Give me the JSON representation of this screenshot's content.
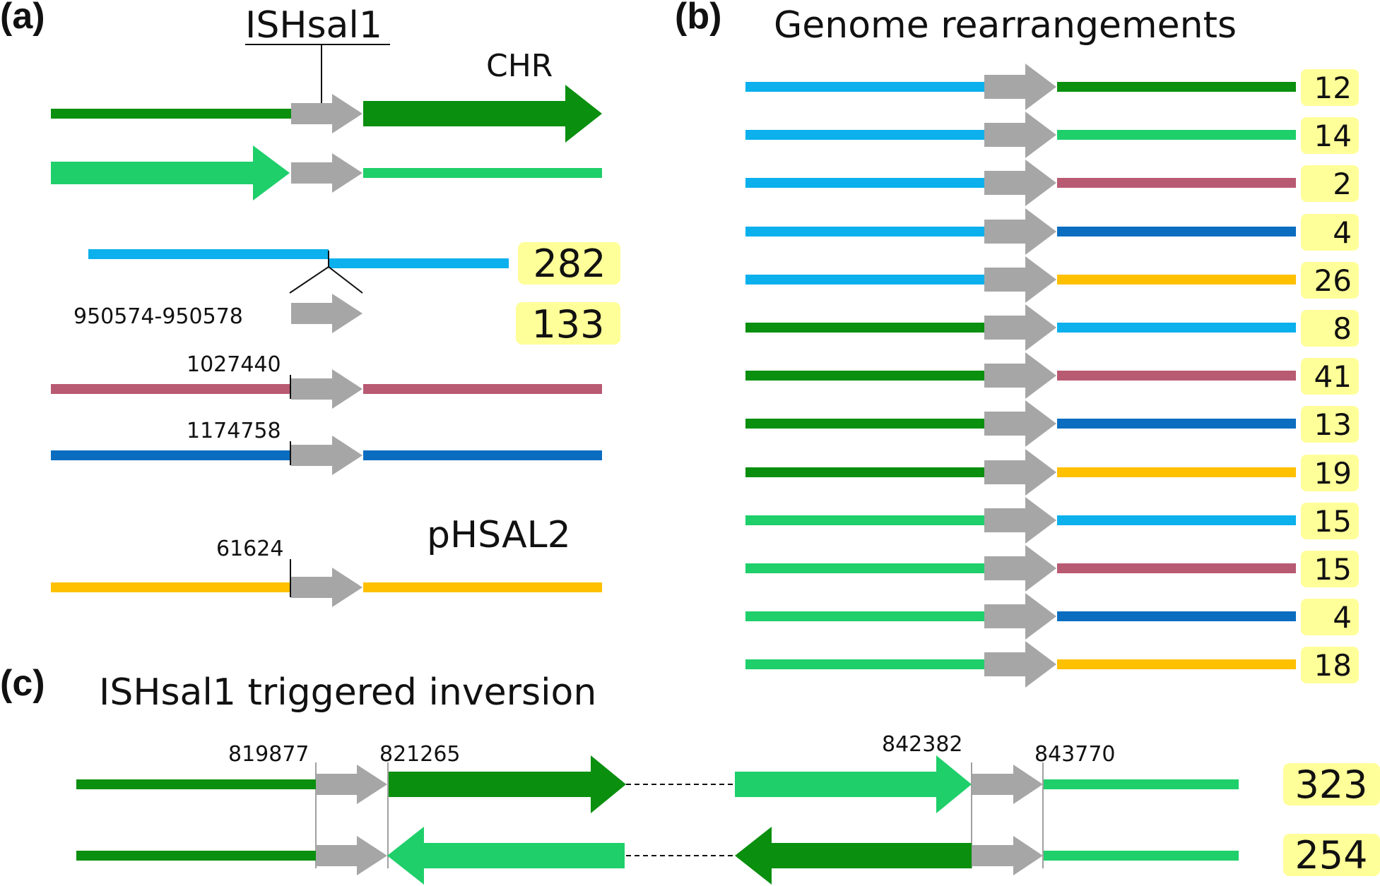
{
  "colors": {
    "dark_green": "#0a8f0f",
    "light_green": "#1ecf6a",
    "sky_blue": "#0bb0ec",
    "mauve": "#b85a72",
    "dark_blue": "#0a6dc0",
    "orange": "#ffc000",
    "is_gray": "#a6a6a6",
    "count_bg": "#ffff99"
  },
  "panel_a": {
    "letter": "(a)",
    "is_label": "ISHsal1",
    "chr_label": "CHR",
    "site_282": "282",
    "site_133": "133",
    "pos_range": "950574-950578",
    "pos_1027440": "1027440",
    "pos_1174758": "1174758",
    "pos_61624": "61624",
    "plasmid_label": "pHSAL2"
  },
  "panel_b": {
    "letter": "(b)",
    "title": "Genome rearrangements",
    "rows": [
      {
        "left": "sky_blue",
        "right": "dark_green",
        "count": "12"
      },
      {
        "left": "sky_blue",
        "right": "light_green",
        "count": "14"
      },
      {
        "left": "sky_blue",
        "right": "mauve",
        "count": "2"
      },
      {
        "left": "sky_blue",
        "right": "dark_blue",
        "count": "4"
      },
      {
        "left": "sky_blue",
        "right": "orange",
        "count": "26"
      },
      {
        "left": "dark_green",
        "right": "sky_blue",
        "count": "8"
      },
      {
        "left": "dark_green",
        "right": "mauve",
        "count": "41"
      },
      {
        "left": "dark_green",
        "right": "dark_blue",
        "count": "13"
      },
      {
        "left": "dark_green",
        "right": "orange",
        "count": "19"
      },
      {
        "left": "light_green",
        "right": "sky_blue",
        "count": "15"
      },
      {
        "left": "light_green",
        "right": "mauve",
        "count": "15"
      },
      {
        "left": "light_green",
        "right": "dark_blue",
        "count": "4"
      },
      {
        "left": "light_green",
        "right": "orange",
        "count": "18"
      }
    ]
  },
  "panel_c": {
    "letter": "(c)",
    "title": "ISHsal1 triggered inversion",
    "pos_1": "819877",
    "pos_2": "821265",
    "pos_3": "842382",
    "pos_4": "843770",
    "count_top": "323",
    "count_bottom": "254"
  }
}
